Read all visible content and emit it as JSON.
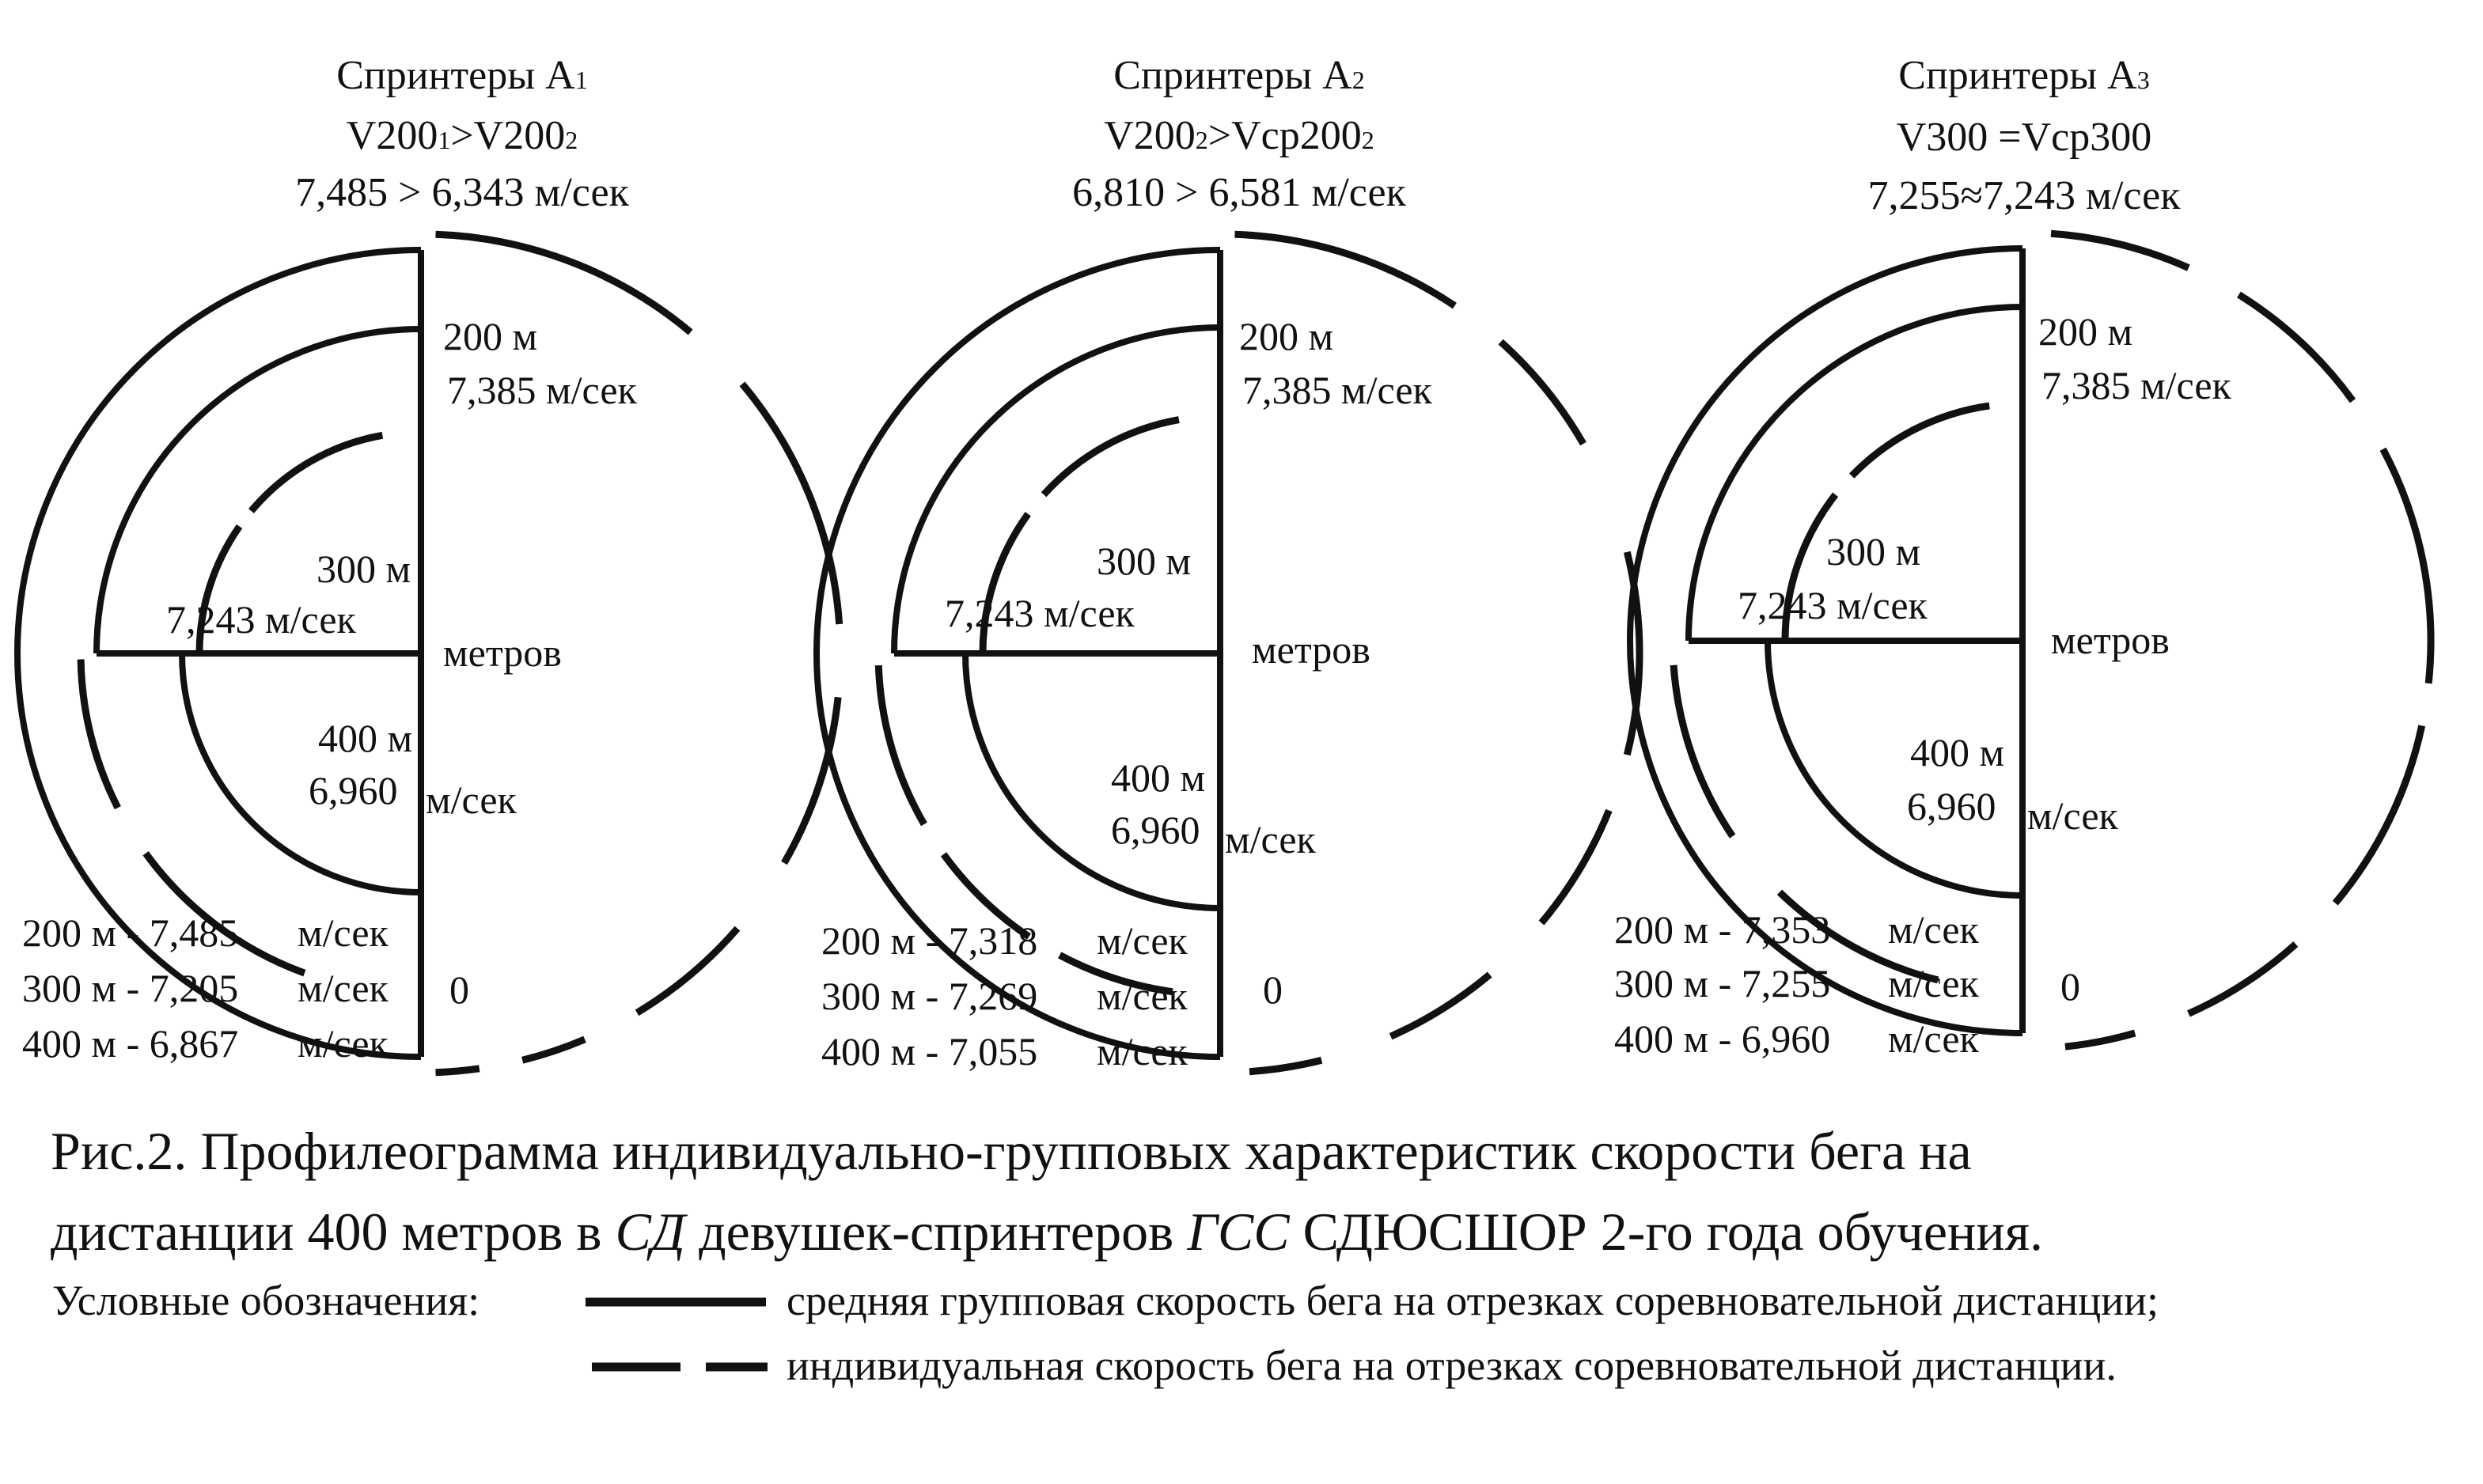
{
  "colors": {
    "ink": "#111111",
    "background": "#ffffff"
  },
  "diagrams": [
    {
      "title": "Спринтеры А",
      "title_sub": "1",
      "ratio": [
        {
          "t": "V200"
        },
        {
          "t": "1",
          "sub": true
        },
        {
          "t": ">V200"
        },
        {
          "t": "2",
          "sub": true
        }
      ],
      "speed_compare": "7,485 > 6,343 м/сек",
      "label_200_dist": "200 м",
      "label_200_speed": "7,385 м/сек",
      "label_300_dist": "300 м",
      "label_300_speed": "7,243 м/сек",
      "label_400_dist": "400 м",
      "label_400_speed_value": "6,960",
      "label_400_speed_unit": "м/сек",
      "center_label": "метров",
      "zero_label": "0",
      "summary": [
        {
          "dist": "200 м",
          "speed": "7,485",
          "unit": "м/сек"
        },
        {
          "dist": "300 м",
          "speed": "7,205",
          "unit": "м/сек"
        },
        {
          "dist": "400 м",
          "speed": "6,867",
          "unit": "м/сек"
        }
      ]
    },
    {
      "title": "Спринтеры А",
      "title_sub": "2",
      "ratio": [
        {
          "t": "V200"
        },
        {
          "t": "2",
          "sub": true
        },
        {
          "t": ">Vср200"
        },
        {
          "t": "2",
          "sub": true
        }
      ],
      "speed_compare": "6,810 > 6,581 м/сек",
      "label_200_dist": "200 м",
      "label_200_speed": "7,385 м/сек",
      "label_300_dist": "300 м",
      "label_300_speed": "7,243 м/сек",
      "label_400_dist": "400 м",
      "label_400_speed_value": "6,960",
      "label_400_speed_unit": "м/сек",
      "center_label": "метров",
      "zero_label": "0",
      "summary": [
        {
          "dist": "200 м",
          "speed": "7,318",
          "unit": "м/сек"
        },
        {
          "dist": "300 м",
          "speed": "7,269",
          "unit": "м/сек"
        },
        {
          "dist": "400 м",
          "speed": "7,055",
          "unit": "м/сек"
        }
      ]
    },
    {
      "title": "Спринтеры А",
      "title_sub": "3",
      "ratio": [
        {
          "t": "V300 =Vср300"
        }
      ],
      "speed_compare": "7,255≈7,243 м/сек",
      "label_200_dist": "200 м",
      "label_200_speed": "7,385 м/сек",
      "label_300_dist": "300 м",
      "label_300_speed": "7,243 м/сек",
      "label_400_dist": "400 м",
      "label_400_speed_value": "6,960",
      "label_400_speed_unit": "м/сек",
      "center_label": "метров",
      "zero_label": "0",
      "summary": [
        {
          "dist": "200 м",
          "speed": "7,353",
          "unit": "м/сек"
        },
        {
          "dist": "300 м",
          "speed": "7,255",
          "unit": "м/сек"
        },
        {
          "dist": "400 м",
          "speed": "6,960",
          "unit": "м/сек"
        }
      ]
    }
  ],
  "caption": {
    "line1": "Рис.2. Профилеограмма индивидуально-групповых характеристик скорости бега на",
    "line2_parts": [
      {
        "t": "дистанции 400 метров в "
      },
      {
        "t": "СД",
        "italic": true
      },
      {
        "t": " девушек-спринтеров "
      },
      {
        "t": "ГСС",
        "italic": true
      },
      {
        "t": " СДЮСШОР 2-го года обучения."
      }
    ]
  },
  "legend": {
    "label": "Условные обозначения:",
    "solid": "средняя групповая скорость бега на отрезках соревновательной дистанции;",
    "dashed": "индивидуальная скорость бега на отрезках соревновательной дистанции."
  }
}
